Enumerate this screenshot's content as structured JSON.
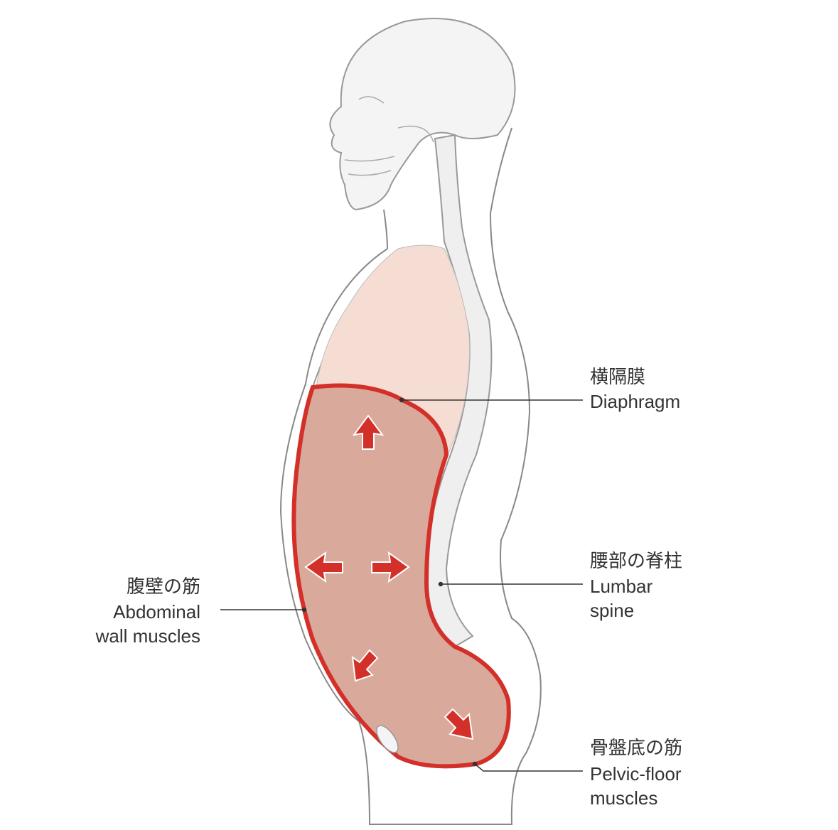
{
  "labels": {
    "diaphragm": {
      "jp": "横隔膜",
      "en": "Diaphragm"
    },
    "lumbar_spine": {
      "jp": "腰部の脊柱",
      "en_line1": "Lumbar",
      "en_line2": "spine"
    },
    "abdominal_wall": {
      "jp": "腹壁の筋",
      "en_line1": "Abdominal",
      "en_line2": "wall muscles"
    },
    "pelvic_floor": {
      "jp": "骨盤底の筋",
      "en_line1": "Pelvic-floor",
      "en_line2": "muscles"
    }
  },
  "colors": {
    "muscle_red": "#d3302a",
    "abdomen_fill": "#d9a99c",
    "thorax_fill": "#f6ddd4",
    "spine_fill": "#efefef",
    "outline": "#888888"
  }
}
